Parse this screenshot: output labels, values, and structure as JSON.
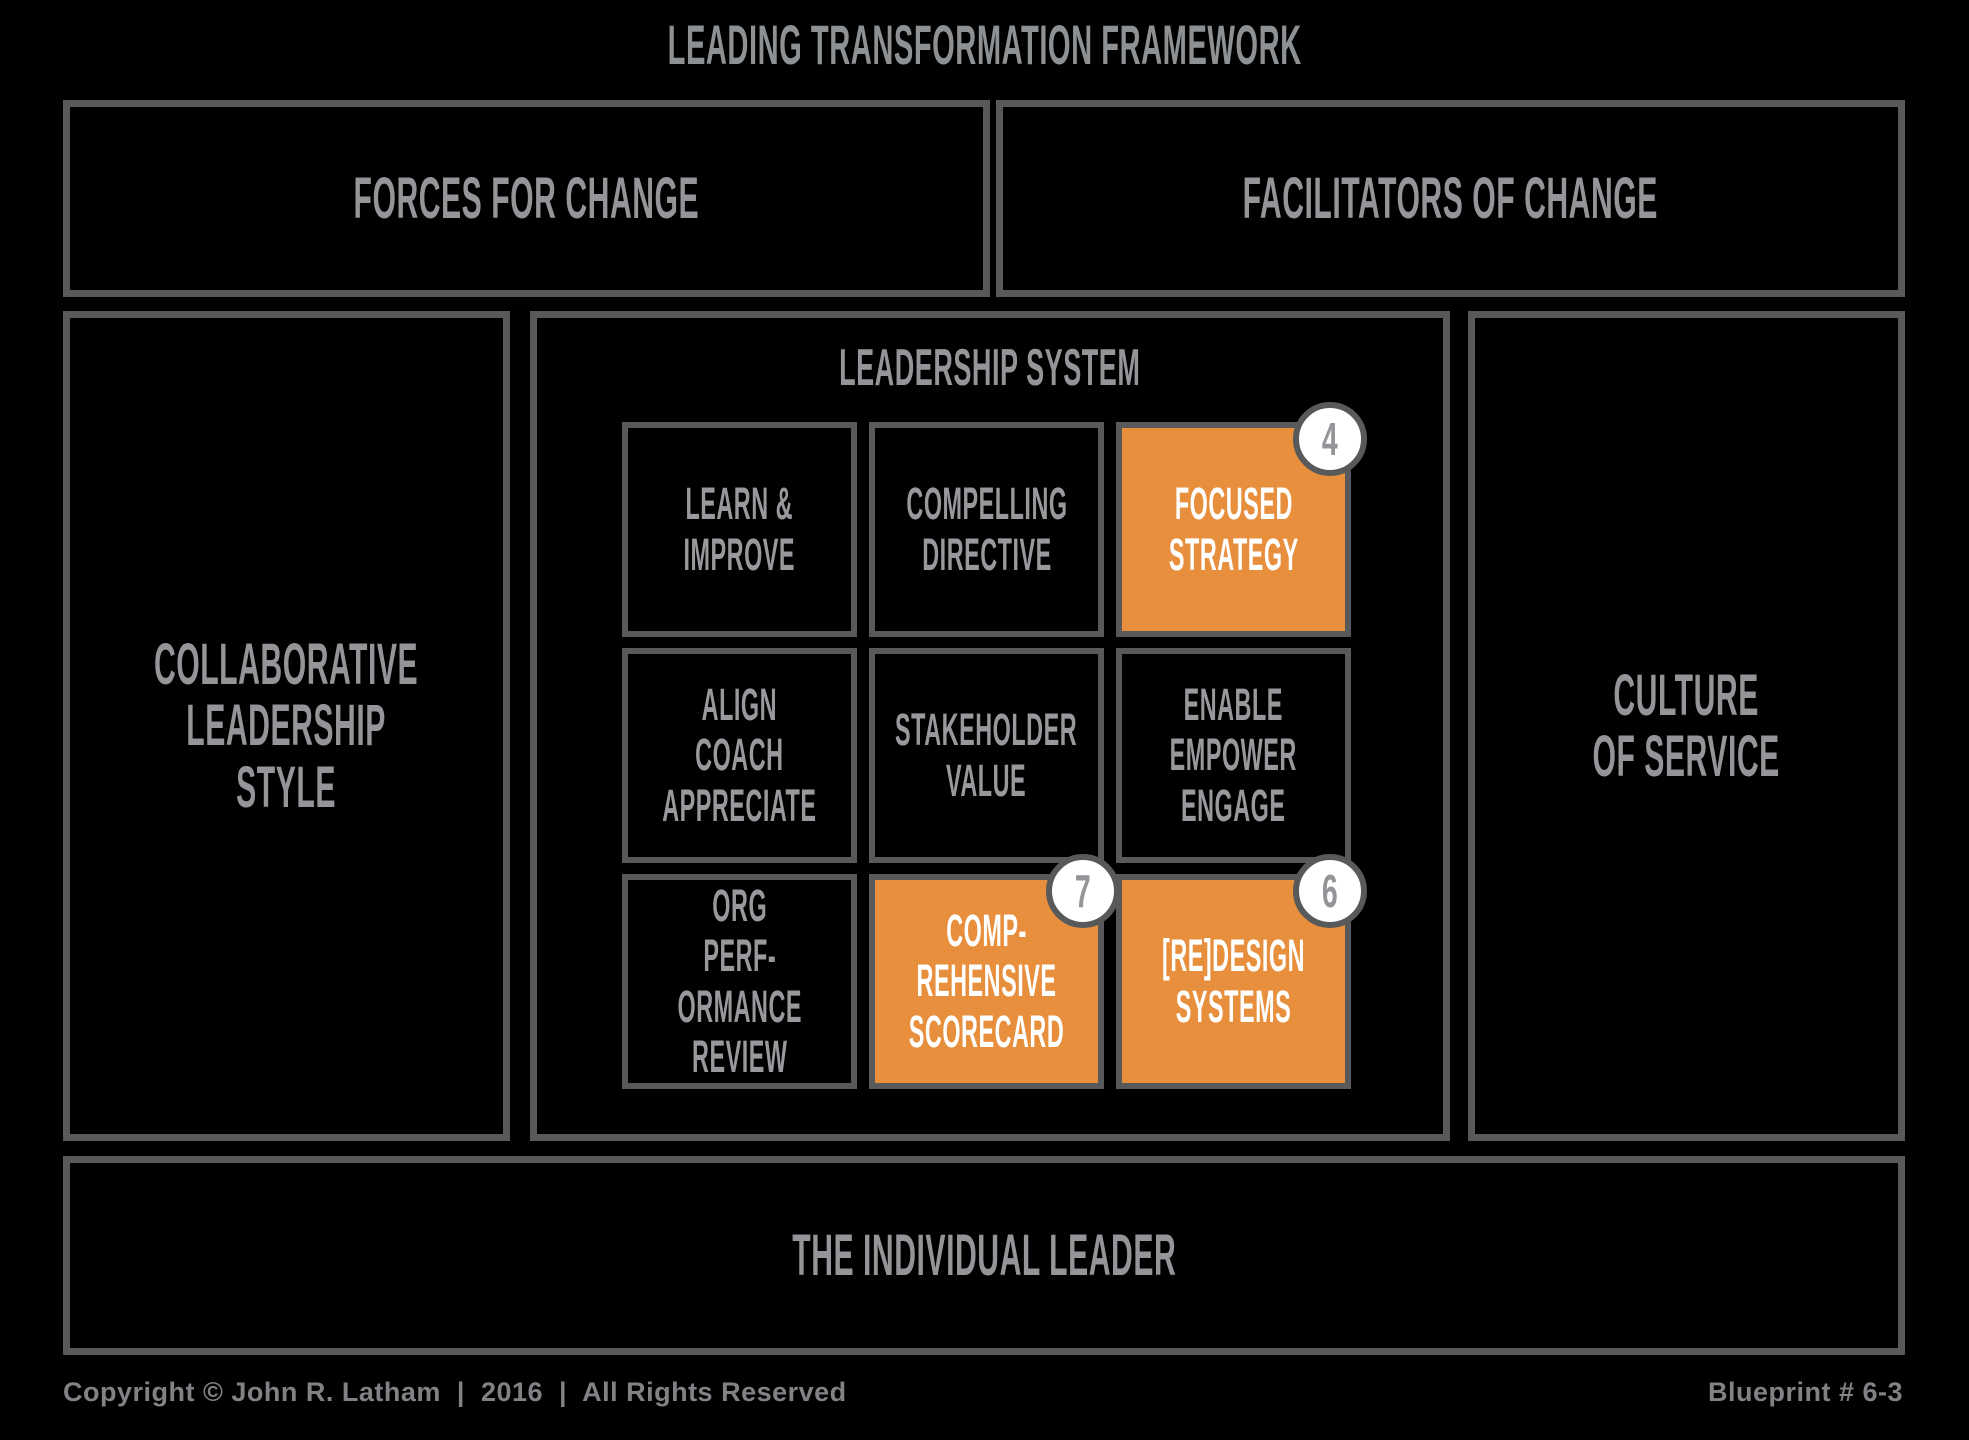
{
  "title": "LEADING TRANSFORMATION FRAMEWORK",
  "top_row": {
    "left": "FORCES FOR CHANGE",
    "right": "FACILITATORS OF CHANGE"
  },
  "left_panel": {
    "label": "COLLABORATIVE\nLEADERSHIP STYLE"
  },
  "leadership_system": {
    "label": "LEADERSHIP SYSTEM",
    "cells": [
      {
        "label": "LEARN &\nIMPROVE",
        "highlight": false
      },
      {
        "label": "COMPELLING\nDIRECTIVE",
        "highlight": false
      },
      {
        "label": "FOCUSED\nSTRATEGY",
        "highlight": true,
        "badge": "4"
      },
      {
        "label": "ALIGN\nCOACH\nAPPRECIATE",
        "highlight": false
      },
      {
        "label": "STAKEHOLDER\nVALUE",
        "highlight": false
      },
      {
        "label": "ENABLE\nEMPOWER\nENGAGE",
        "highlight": false
      },
      {
        "label": "ORG PERF-\nORMANCE\nREVIEW",
        "highlight": false
      },
      {
        "label": "COMP-\nREHENSIVE\nSCORECARD",
        "highlight": true,
        "badge": "7"
      },
      {
        "label": "[RE]DESIGN\nSYSTEMS",
        "highlight": true,
        "badge": "6"
      }
    ]
  },
  "right_panel": {
    "label": "CULTURE\nOF SERVICE"
  },
  "bottom_panel": {
    "label": "THE INDIVIDUAL LEADER"
  },
  "footer": {
    "left": "Copyright © John R. Latham  |  2016  |  All Rights Reserved",
    "right": "Blueprint # 6-3"
  },
  "colors": {
    "background": "#000000",
    "border_gray": "#58595B",
    "label_gray": "#939598",
    "highlight_orange": "#E78F3D",
    "highlight_text": "#FFFFFF",
    "badge_fill": "#FFFFFF"
  }
}
